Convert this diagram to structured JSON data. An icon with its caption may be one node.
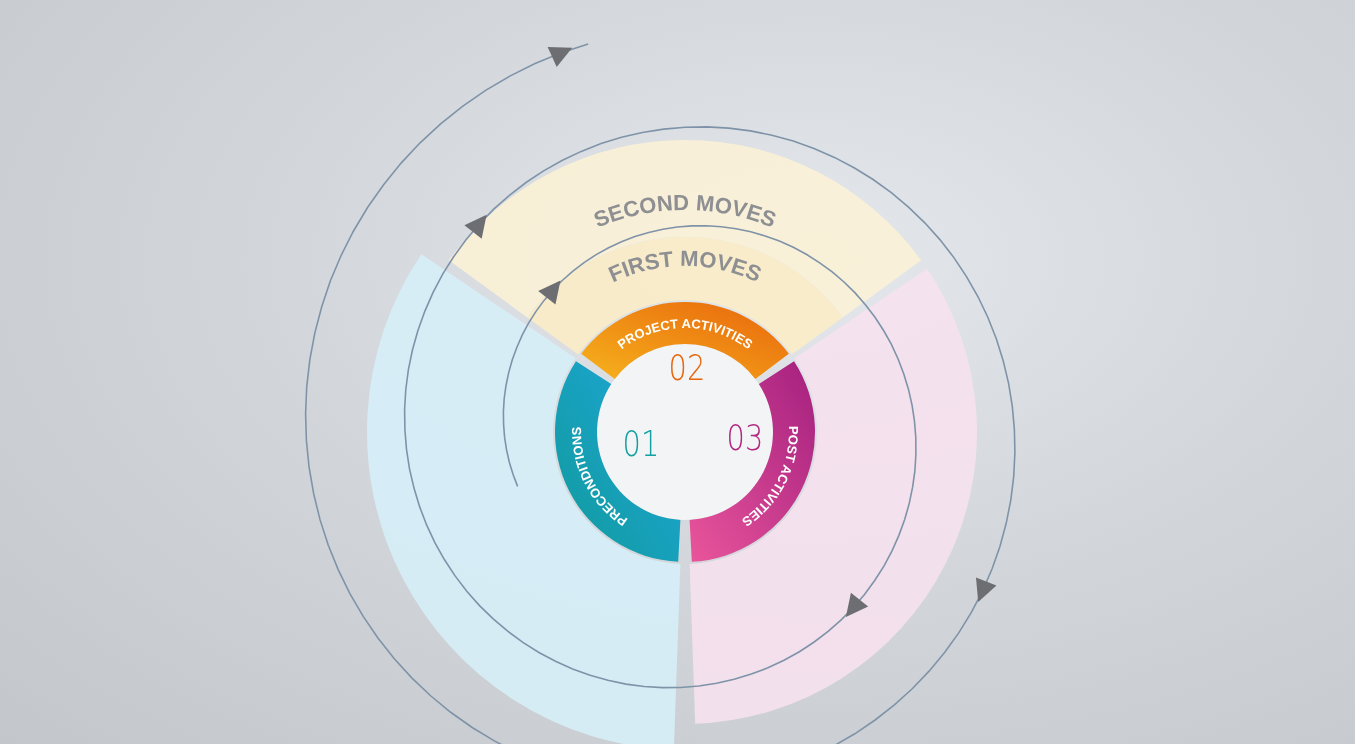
{
  "diagram": {
    "nodes": [
      {
        "text": [
          "SECOND MOVES"
        ]
      },
      {
        "text": [
          "FIRST MOVES"
        ]
      },
      {
        "text": [],
        "shape": "band"
      },
      {
        "text": [],
        "shape": "band"
      },
      {
        "text": [
          "PROJECT ACTIVITIES"
        ]
      },
      {
        "text": [
          "PRECONDITIONS"
        ]
      },
      {
        "text": [
          "POST ACTIVITIES"
        ]
      }
    ],
    "labels": [
      "02",
      "01",
      "03"
    ]
  }
}
